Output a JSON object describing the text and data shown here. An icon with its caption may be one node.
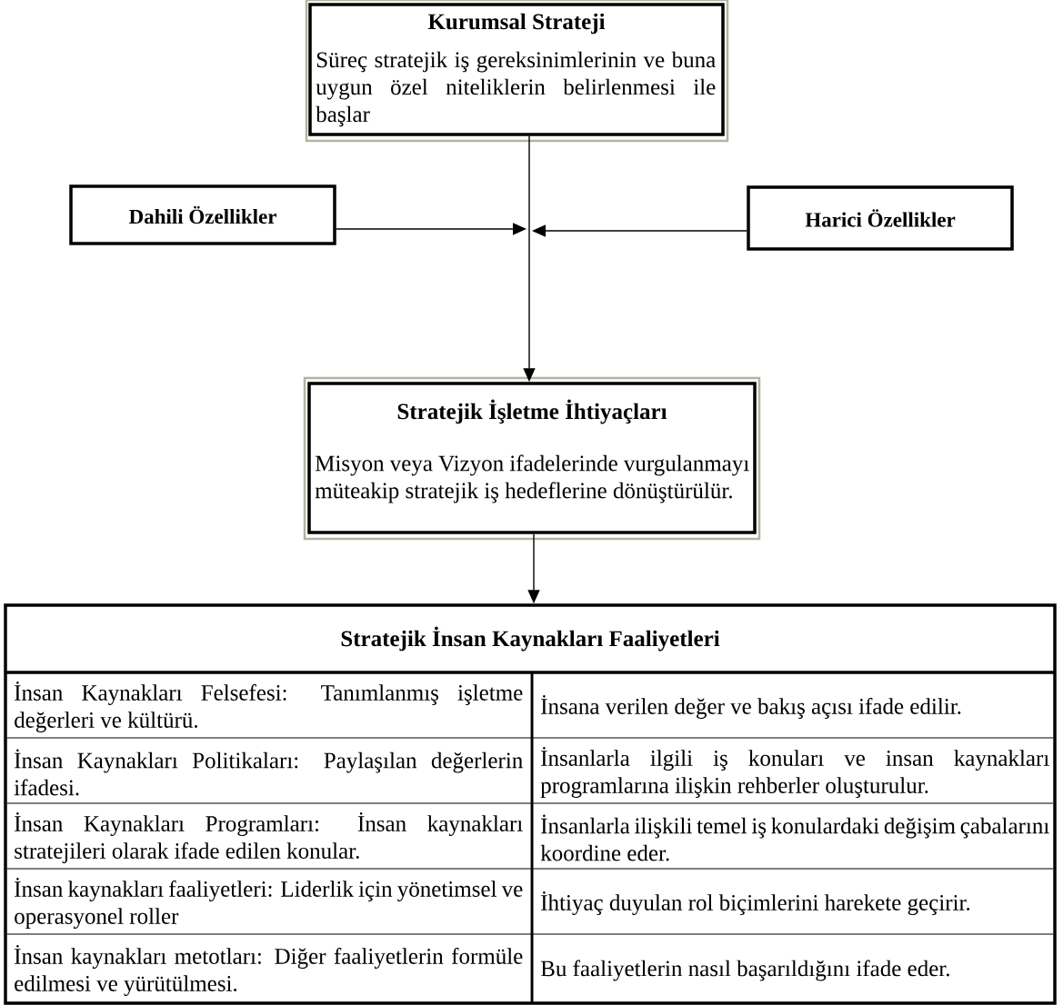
{
  "diagram": {
    "nodes": [
      {
        "text": [
          "Kurumsal Strateji",
          "Süreç stratejik iş gereksinimlerinin ve buna uygun özel niteliklerin belirlenmesi ile başlar"
        ]
      },
      {
        "text": [
          "Dahili Özellikler"
        ]
      },
      {
        "text": [
          "Harici Özellikler"
        ]
      },
      {
        "text": [
          "Stratejik İşletme İhtiyaçları",
          "Misyon veya Vizyon ifadelerinde vurgulanmayı müteakip stratejik iş hedeflerine dönüştürülür."
        ]
      },
      {
        "text": [
          "Stratejik İnsan Kaynakları Faaliyetleri"
        ]
      }
    ],
    "edges": [
      {
        "from": 0,
        "to": 3,
        "arrow": "to"
      },
      {
        "from": 1,
        "to": null,
        "arrow": "to"
      },
      {
        "from": 2,
        "to": null,
        "arrow": "to"
      },
      {
        "from": 3,
        "to": 4,
        "arrow": "to"
      }
    ],
    "labels": [
      "İnsan Kaynakları Felsefesi: Tanımlanmış işletme değerleri ve kültürü.",
      "İnsana verilen değer ve bakış açısı ifade edilir.",
      "İnsan Kaynakları Politikaları: Paylaşılan değerlerin ifadesi.",
      "İnsanlarla ilgili iş konuları ve insan kaynakları programlarına ilişkin rehberler oluşturulur.",
      "İnsan Kaynakları Programları: İnsan kaynakları stratejileri olarak ifade edilen konular.",
      "İnsanlarla ilişkili temel iş konulardaki değişim çabalarını koordine eder.",
      "İnsan kaynakları faaliyetleri: Liderlik için yönetimsel ve operasyonel roller",
      "İhtiyaç duyulan rol biçimlerini harekete geçirir.",
      "İnsan kaynakları metotları: Diğer faaliyetlerin formüle edilmesi ve yürütülmesi.",
      "Bu faaliyetlerin nasıl başarıldığını ifade eder."
    ]
  }
}
